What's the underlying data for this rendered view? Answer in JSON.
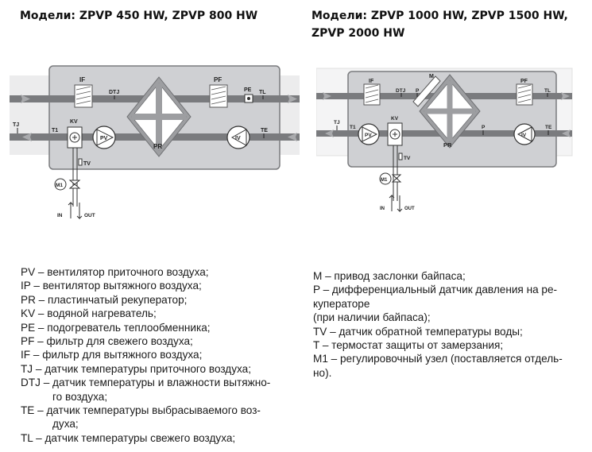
{
  "titles": {
    "left_line1": "Модели: ZPVP 450 HW,  ZPVP 800 HW",
    "right_line1": "Модели: ZPVP 1000 HW, ZPVP 1500 HW,",
    "right_line2": "ZPVP 2000 HW"
  },
  "diagram_left": {
    "labels": {
      "if": "IF",
      "dtj": "DTJ",
      "pf": "PF",
      "pe": "PE",
      "tl": "TL",
      "tj": "TJ",
      "t1": "T1",
      "kv": "KV",
      "pv": "PV",
      "pr": "PR",
      "iv": "IV",
      "te": "TE",
      "tv": "TV",
      "m1": "M1",
      "in": "IN",
      "out": "OUT"
    }
  },
  "diagram_right": {
    "labels": {
      "if": "IF",
      "m": "M",
      "dtj": "DTJ",
      "p_top": "P",
      "pf": "PF",
      "tl": "TL",
      "tj": "TJ",
      "t1": "T1",
      "kv": "KV",
      "pv": "PV",
      "pr": "PR",
      "p_bottom": "P",
      "iv": "IV",
      "te": "TE",
      "tv": "TV",
      "m1": "M1",
      "in": "IN",
      "out": "OUT"
    }
  },
  "legend_left": [
    "PV – вентилятор приточного воздуха;",
    "IP – вентилятор вытяжного воздуха;",
    "PR – пластинчатый рекуператор;",
    "KV – водяной нагреватель;",
    "PE – подогреватель теплообменника;",
    "PF – фильтр для свежего воздуха;",
    "IF – фильтр для вытяжного воздуха;",
    "TJ – датчик температуры приточного воздуха;",
    "DTJ – датчик температуры и влажности вытяжно-",
    "го воздуха;",
    "TE – датчик температуры выбрасываемого воз-",
    "духа;",
    "TL – датчик температуры свежего воздуха;"
  ],
  "legend_right": [
    "M – привод заслонки байпаса;",
    "P – дифференциальный датчик давления на ре-",
    "куператоре",
    "(при наличии байпаса);",
    "TV – датчик обратной температуры воды;",
    "T – термостат защиты от замерзания;",
    "M1 – регулировочный узел (поставляется отдель-",
    "но)."
  ],
  "colors": {
    "housing": "#cfd0d3",
    "housing_border": "#7a7b7e",
    "duct": "#7a7b7e",
    "duct_arrow": "#a9aaad",
    "heat_exchanger": "#9d9ea1",
    "filter": "#ffffff"
  }
}
